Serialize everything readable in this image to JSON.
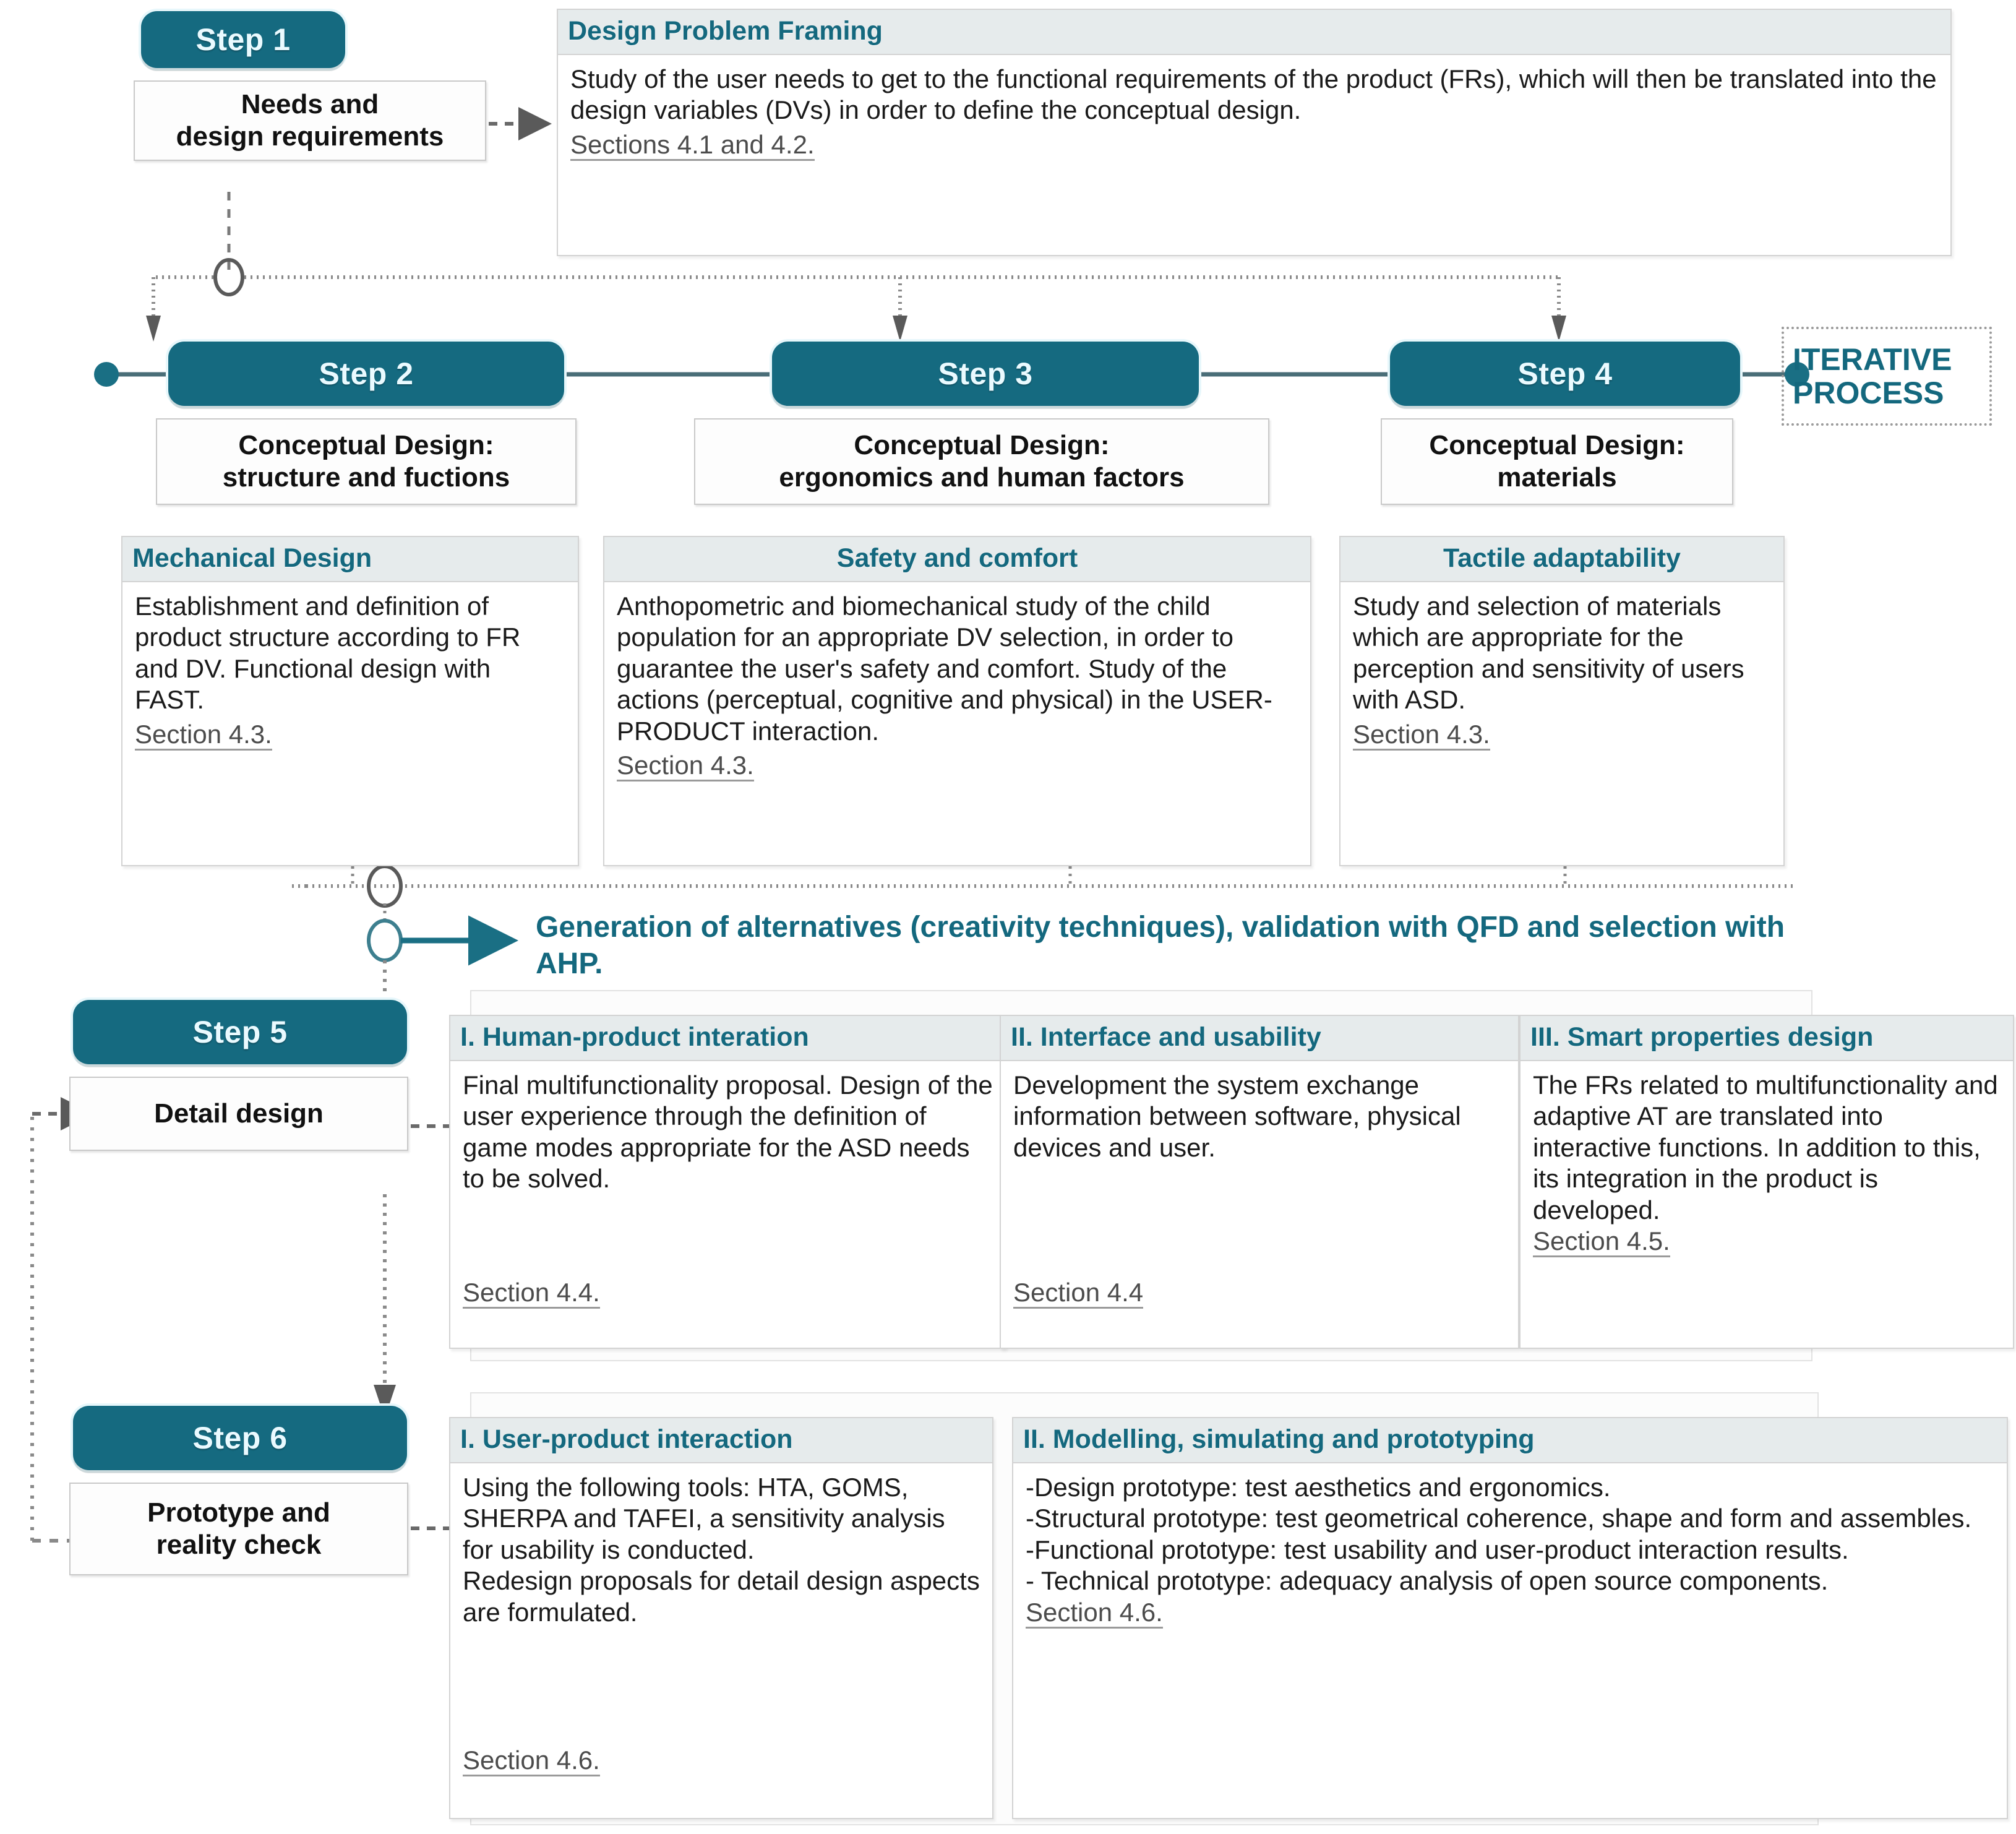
{
  "theme": {
    "accent": "#156A80",
    "header_bg": "#e6ebec",
    "card_border": "#d3d3d3",
    "text": "#1a1a1a"
  },
  "steps": [
    {
      "pill": "Step 1",
      "label": "Needs and\ndesign requirements"
    },
    {
      "pill": "Step 2",
      "label": "Conceptual Design:\nstructure and fuctions"
    },
    {
      "pill": "Step 3",
      "label": "Conceptual Design:\nergonomics and human factors"
    },
    {
      "pill": "Step 4",
      "label": "Conceptual Design:\nmaterials"
    },
    {
      "pill": "Step 5",
      "label": "Detail design"
    },
    {
      "pill": "Step 6",
      "label": "Prototype and\nreality check"
    }
  ],
  "iterative_label": "ITERATIVE\nPROCESS",
  "callout": "Generation of alternatives (creativity techniques), validation with QFD and selection with AHP.",
  "cards": {
    "design_problem_framing": {
      "title": "Design Problem Framing",
      "body": "Study of the user needs to get to the functional requirements of the product (FRs), which will then be translated into the design variables (DVs) in order to define the conceptual design.",
      "section": "Sections 4.1 and 4.2."
    },
    "mechanical_design": {
      "title": "Mechanical Design",
      "body": "Establishment and definition of product structure according to FR and DV. Functional design with FAST.",
      "section": "Section 4.3."
    },
    "safety_and_comfort": {
      "title": "Safety and comfort",
      "body": "Anthopometric and biomechanical study of the child population for an appropriate DV selection, in order to guarantee the user's safety and comfort. Study of the actions (perceptual, cognitive and physical) in the USER-PRODUCT interaction.",
      "section": "Section 4.3."
    },
    "tactile_adaptability": {
      "title": "Tactile adaptability",
      "body": "Study and selection of materials which are appropriate for the perception and sensitivity of users with ASD.",
      "section": "Section 4.3."
    },
    "human_product_interation": {
      "title": "I. Human-product interation",
      "body": "Final multifunctionality proposal. Design of the user experience through the definition of game modes appropriate for the ASD needs to be solved.",
      "section": "Section 4.4."
    },
    "interface_and_usability": {
      "title": "II. Interface and usability",
      "body": "Development the system exchange information between software, physical devices and user.",
      "section": "Section 4.4"
    },
    "smart_properties_design": {
      "title": "III. Smart properties design",
      "body": "The FRs related to multifunctionality and adaptive AT are translated into interactive functions. In addition to this, its integration in the product is developed.",
      "section": "Section 4.5."
    },
    "user_product_interaction": {
      "title": "I. User-product interaction",
      "body": "Using the following tools: HTA, GOMS, SHERPA and TAFEI, a sensitivity analysis for usability is conducted.\nRedesign proposals for detail design aspects are formulated.",
      "section": "Section 4.6."
    },
    "modelling_simulating_prototyping": {
      "title": "II. Modelling, simulating and prototyping",
      "body": "-Design prototype: test aesthetics and ergonomics.\n-Structural prototype: test geometrical coherence, shape and form and assembles.\n-Functional prototype: test usability and user-product interaction results.\n- Technical prototype: adequacy analysis of open source components.",
      "section": "Section 4.6."
    }
  }
}
